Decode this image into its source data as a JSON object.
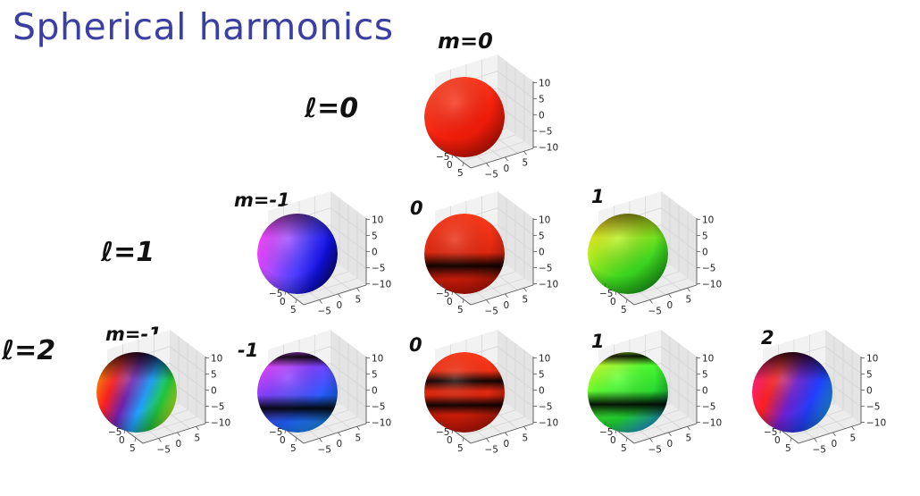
{
  "title": "Spherical harmonics",
  "labels": {
    "l0": "ℓ=0",
    "l1": "ℓ=1",
    "l2": "ℓ=2",
    "m_l0": "m=0",
    "m_l1_0": "m=-1",
    "m_l1_1": "0",
    "m_l1_2": "1",
    "m_l2_0": "m=-1",
    "m_l2_1": "-1",
    "m_l2_2": "0",
    "m_l2_3": "1",
    "m_l2_4": "2"
  },
  "axis_ticks": {
    "x": [
      "−5",
      "0",
      "5"
    ],
    "y": [
      "−5",
      "0",
      "5"
    ],
    "z": [
      "10",
      "5",
      "0",
      "−5",
      "−10"
    ]
  },
  "plots": [
    {
      "id": "l0-m0",
      "style": "red"
    },
    {
      "id": "l1-mneg1",
      "style": "mag-blue"
    },
    {
      "id": "l1-m0",
      "style": "red-dark-band"
    },
    {
      "id": "l1-m1",
      "style": "yellow-green"
    },
    {
      "id": "l2-mneg2",
      "style": "rainbow-vertical"
    },
    {
      "id": "l2-mneg1",
      "style": "blue-dark-band"
    },
    {
      "id": "l2-m0",
      "style": "red-two-bands"
    },
    {
      "id": "l2-m1",
      "style": "green-dark-band"
    },
    {
      "id": "l2-m2",
      "style": "rainbow-dark"
    }
  ],
  "colors": {
    "title": "#3b3fa4",
    "pane": "#ececec",
    "grid": "#d6d6d6",
    "axis": "#555555"
  }
}
